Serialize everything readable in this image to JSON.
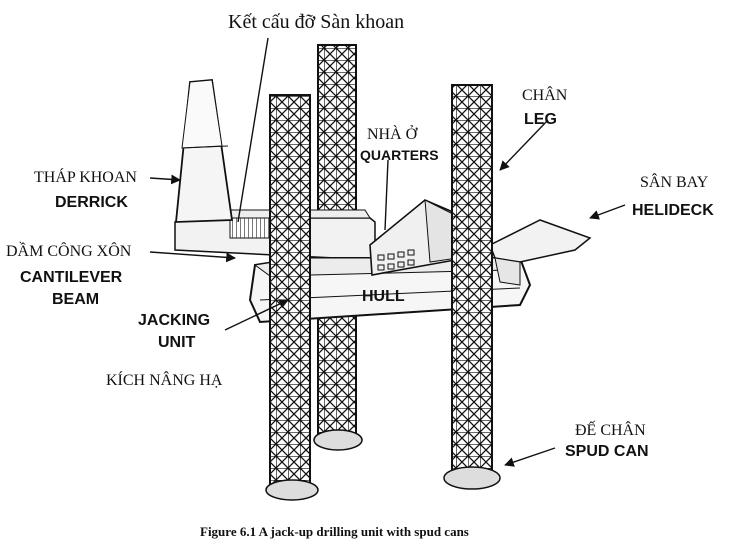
{
  "labels": {
    "top_structure": "Kết cấu đỡ Sàn khoan",
    "derrick_vi": "THÁP KHOAN",
    "derrick_en": "DERRICK",
    "cantilever_vi": "DẦM CÔNG XÔN",
    "cantilever_en_1": "CANTILEVER",
    "cantilever_en_2": "BEAM",
    "jacking_en_1": "JACKING",
    "jacking_en_2": "UNIT",
    "jacking_vi": "KÍCH NÂNG HẠ",
    "quarters_vi": "NHÀ Ở",
    "quarters_en": "QUARTERS",
    "leg_vi": "CHÂN",
    "leg_en": "LEG",
    "helideck_vi": "SÂN BAY",
    "helideck_en": "HELIDECK",
    "hull": "HULL",
    "spud_vi": "ĐẾ CHÂN",
    "spud_en": "SPUD CAN"
  },
  "caption": "Figure 6.1 A jack-up drilling unit with spud cans",
  "colors": {
    "ink": "#111111",
    "background": "#ffffff",
    "paper_gray": "#e8e8e8"
  }
}
